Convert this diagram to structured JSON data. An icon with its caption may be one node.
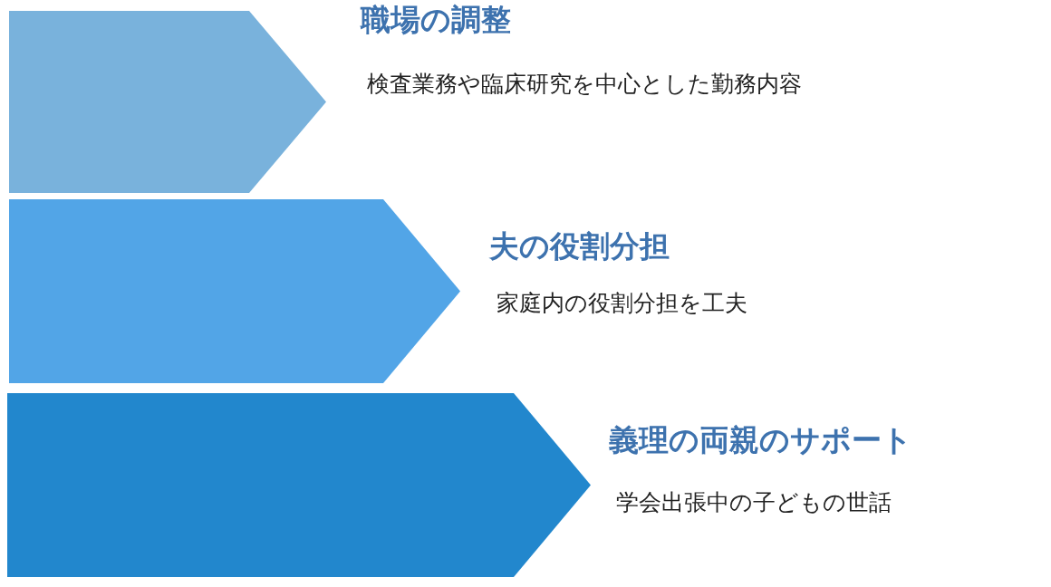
{
  "diagram": {
    "nodes": [
      {
        "text": [
          "職場の調整",
          "検査業務や臨床研究を中心とした勤務内容"
        ]
      },
      {
        "text": [
          "夫の役割分担",
          "家庭内の役割分担を工夫"
        ]
      },
      {
        "text": [
          "義理の両親のサポート",
          "学会出張中の子どもの世話"
        ]
      }
    ]
  }
}
